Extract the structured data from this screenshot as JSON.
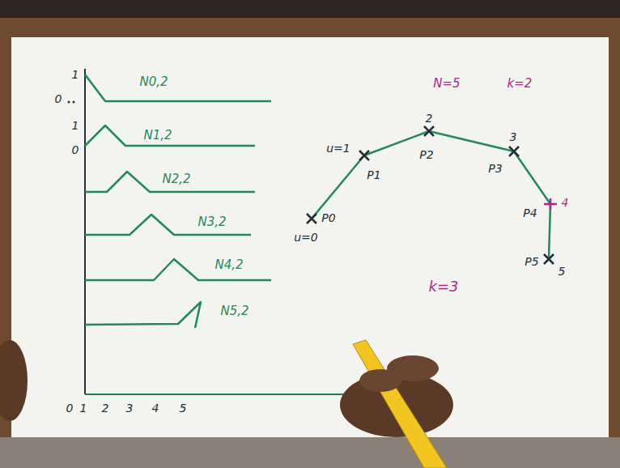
{
  "diagram": {
    "labels": [
      "1",
      "0",
      "N0,2",
      "1",
      "0",
      "N1,2",
      "N2,2",
      "N3,2",
      "N4,2",
      "N5,2",
      "0",
      "1",
      "2",
      "3",
      "4",
      "5",
      "N=5",
      "k=2",
      "u=1",
      "2",
      "3",
      "4",
      "5",
      "u=0",
      "P0",
      "P1",
      "P2",
      "P3",
      "P4",
      "P5",
      "k=3"
    ]
  }
}
